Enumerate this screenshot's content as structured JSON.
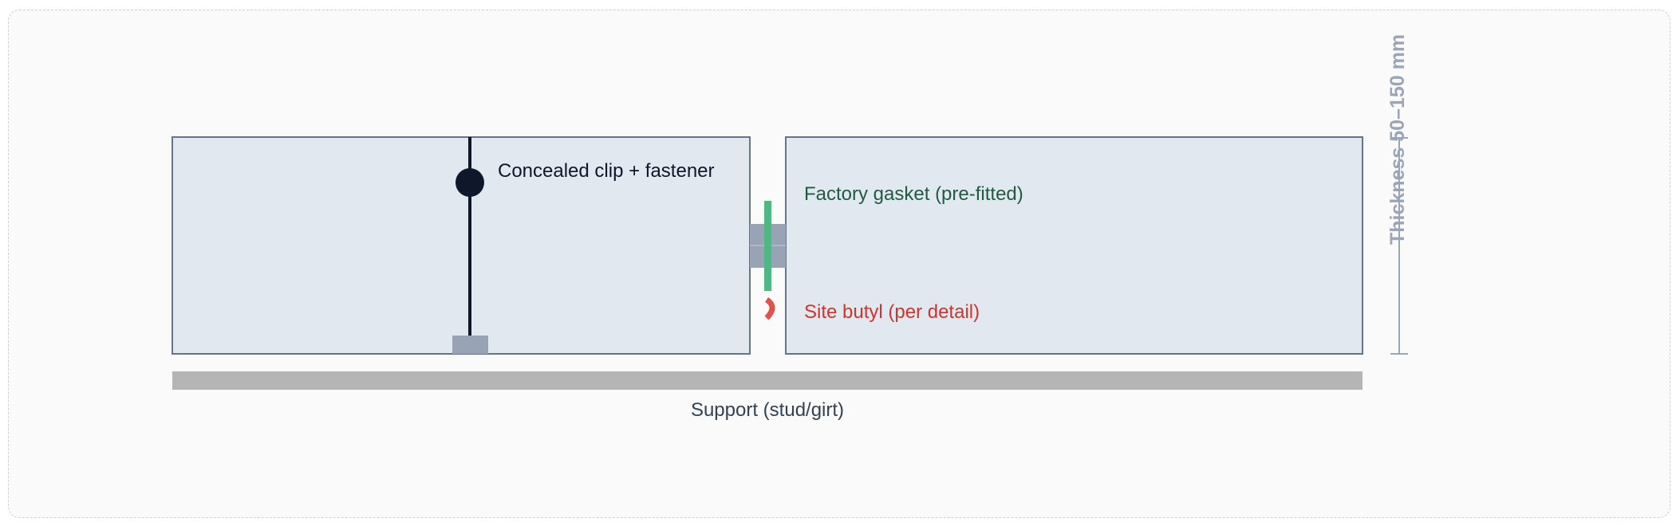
{
  "labels": {
    "clip": "Concealed clip + fastener",
    "gasket": "Factory gasket (pre-fitted)",
    "butyl": "Site butyl (per detail)",
    "support": "Support (stud/girt)",
    "thickness": "Thickness 50–150 mm"
  },
  "colors": {
    "panel_fill": "#e2e8f0",
    "panel_stroke": "#64748b",
    "fastener": "#0f172a",
    "gasket": "#4fb783",
    "gasket_text": "#1f5c3f",
    "butyl": "#e0524a",
    "butyl_text": "#d0342c",
    "support": "#b5b5b5",
    "dimension": "#9aa6b8",
    "joint_block": "#98a4b6"
  }
}
